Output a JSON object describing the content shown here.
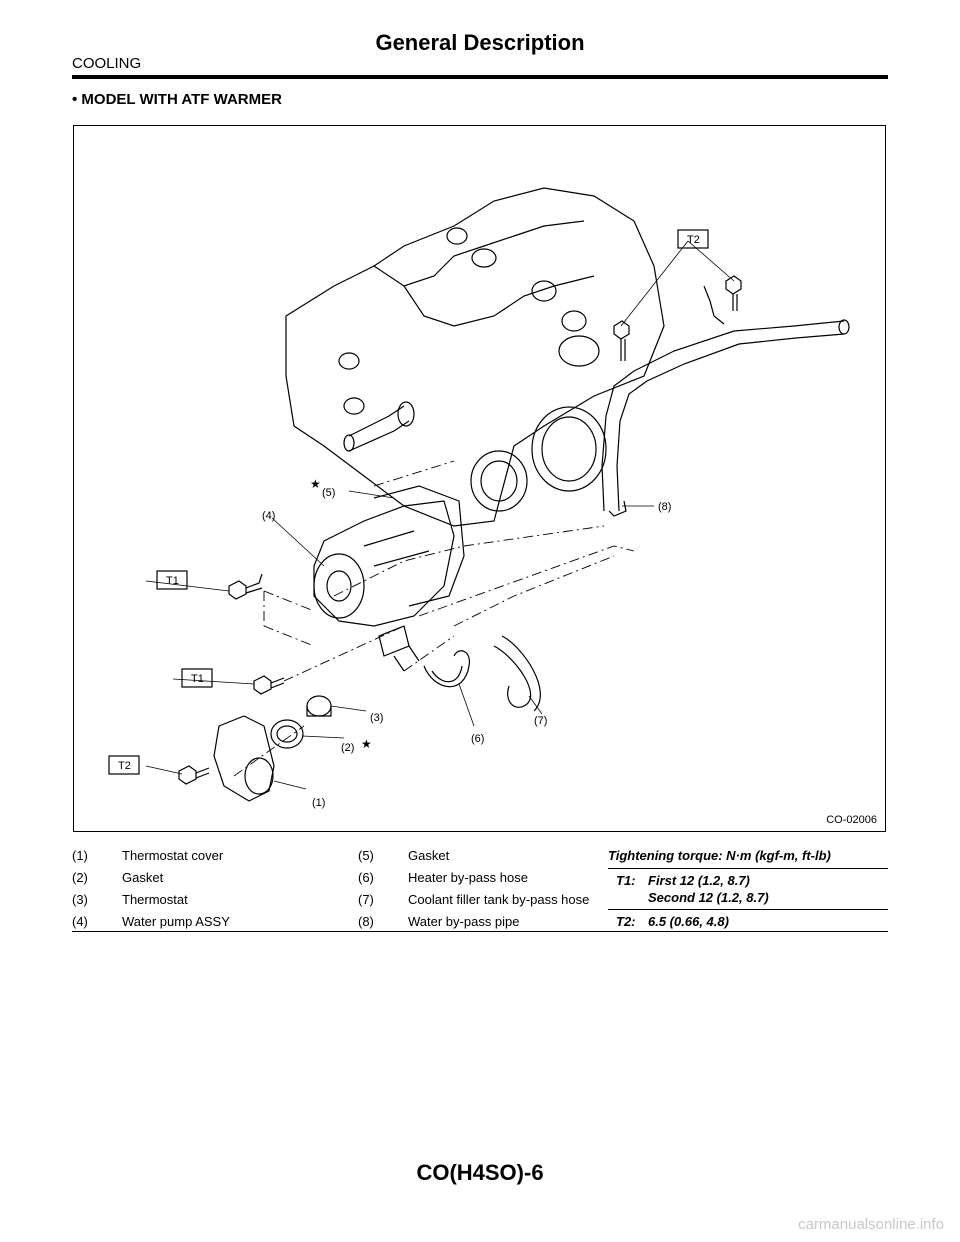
{
  "header": {
    "section": "COOLING",
    "title": "General Description"
  },
  "subheading": "• MODEL WITH ATF WARMER",
  "figure": {
    "id": "CO-02006",
    "callouts": {
      "c1": "(1)",
      "c2": "(2)",
      "c3": "(3)",
      "c4": "(4)",
      "c5": "(5)",
      "c6": "(6)",
      "c7": "(7)",
      "c8": "(8)"
    },
    "torque_tags": {
      "t2_top": "T2",
      "t1_upper": "T1",
      "t1_lower": "T1",
      "t2_lower": "T2"
    },
    "star_symbol": "★"
  },
  "legend": {
    "items": [
      {
        "num": "(1)",
        "label": "Thermostat cover"
      },
      {
        "num": "(2)",
        "label": "Gasket"
      },
      {
        "num": "(3)",
        "label": "Thermostat"
      },
      {
        "num": "(4)",
        "label": "Water pump ASSY"
      },
      {
        "num": "(5)",
        "label": "Gasket"
      },
      {
        "num": "(6)",
        "label": "Heater by-pass hose"
      },
      {
        "num": "(7)",
        "label": "Coolant filler tank by-pass hose"
      },
      {
        "num": "(8)",
        "label": "Water by-pass pipe"
      }
    ],
    "torque_heading": "Tightening torque: N·m (kgf-m, ft-lb)",
    "torque": [
      {
        "key": "T1:",
        "line1": "First 12 (1.2, 8.7)",
        "line2": "Second 12 (1.2, 8.7)"
      },
      {
        "key": "T2:",
        "line1": "6.5 (0.66, 4.8)"
      }
    ]
  },
  "footer": "CO(H4SO)-6",
  "watermark": "carmanualsonline.info"
}
